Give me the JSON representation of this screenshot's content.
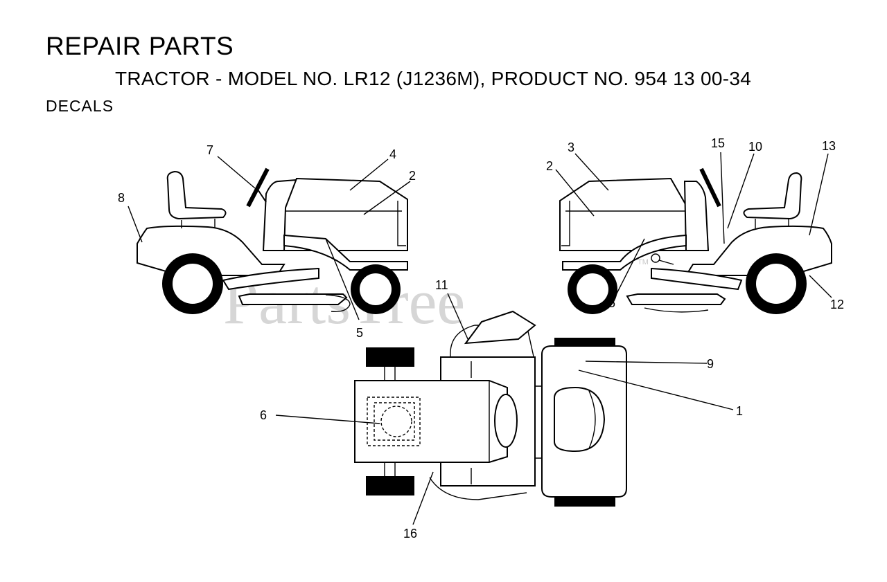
{
  "header": {
    "title": "REPAIR PARTS",
    "subtitle": "TRACTOR - MODEL NO. LR12 (J1236M), PRODUCT NO. 954 13 00-34",
    "section": "DECALS"
  },
  "watermark": {
    "text": "PartsTree",
    "tm": "TM"
  },
  "callouts": {
    "c1": "1",
    "c2a": "2",
    "c2b": "2",
    "c3": "3",
    "c4": "4",
    "c5a": "5",
    "c5b": "5",
    "c6": "6",
    "c7": "7",
    "c8": "8",
    "c9": "9",
    "c10": "10",
    "c11": "11",
    "c12": "12",
    "c13": "13",
    "c15": "15",
    "c16": "16"
  },
  "colors": {
    "ink": "#000000",
    "watermark": "#d6d6d6",
    "background": "#ffffff"
  }
}
